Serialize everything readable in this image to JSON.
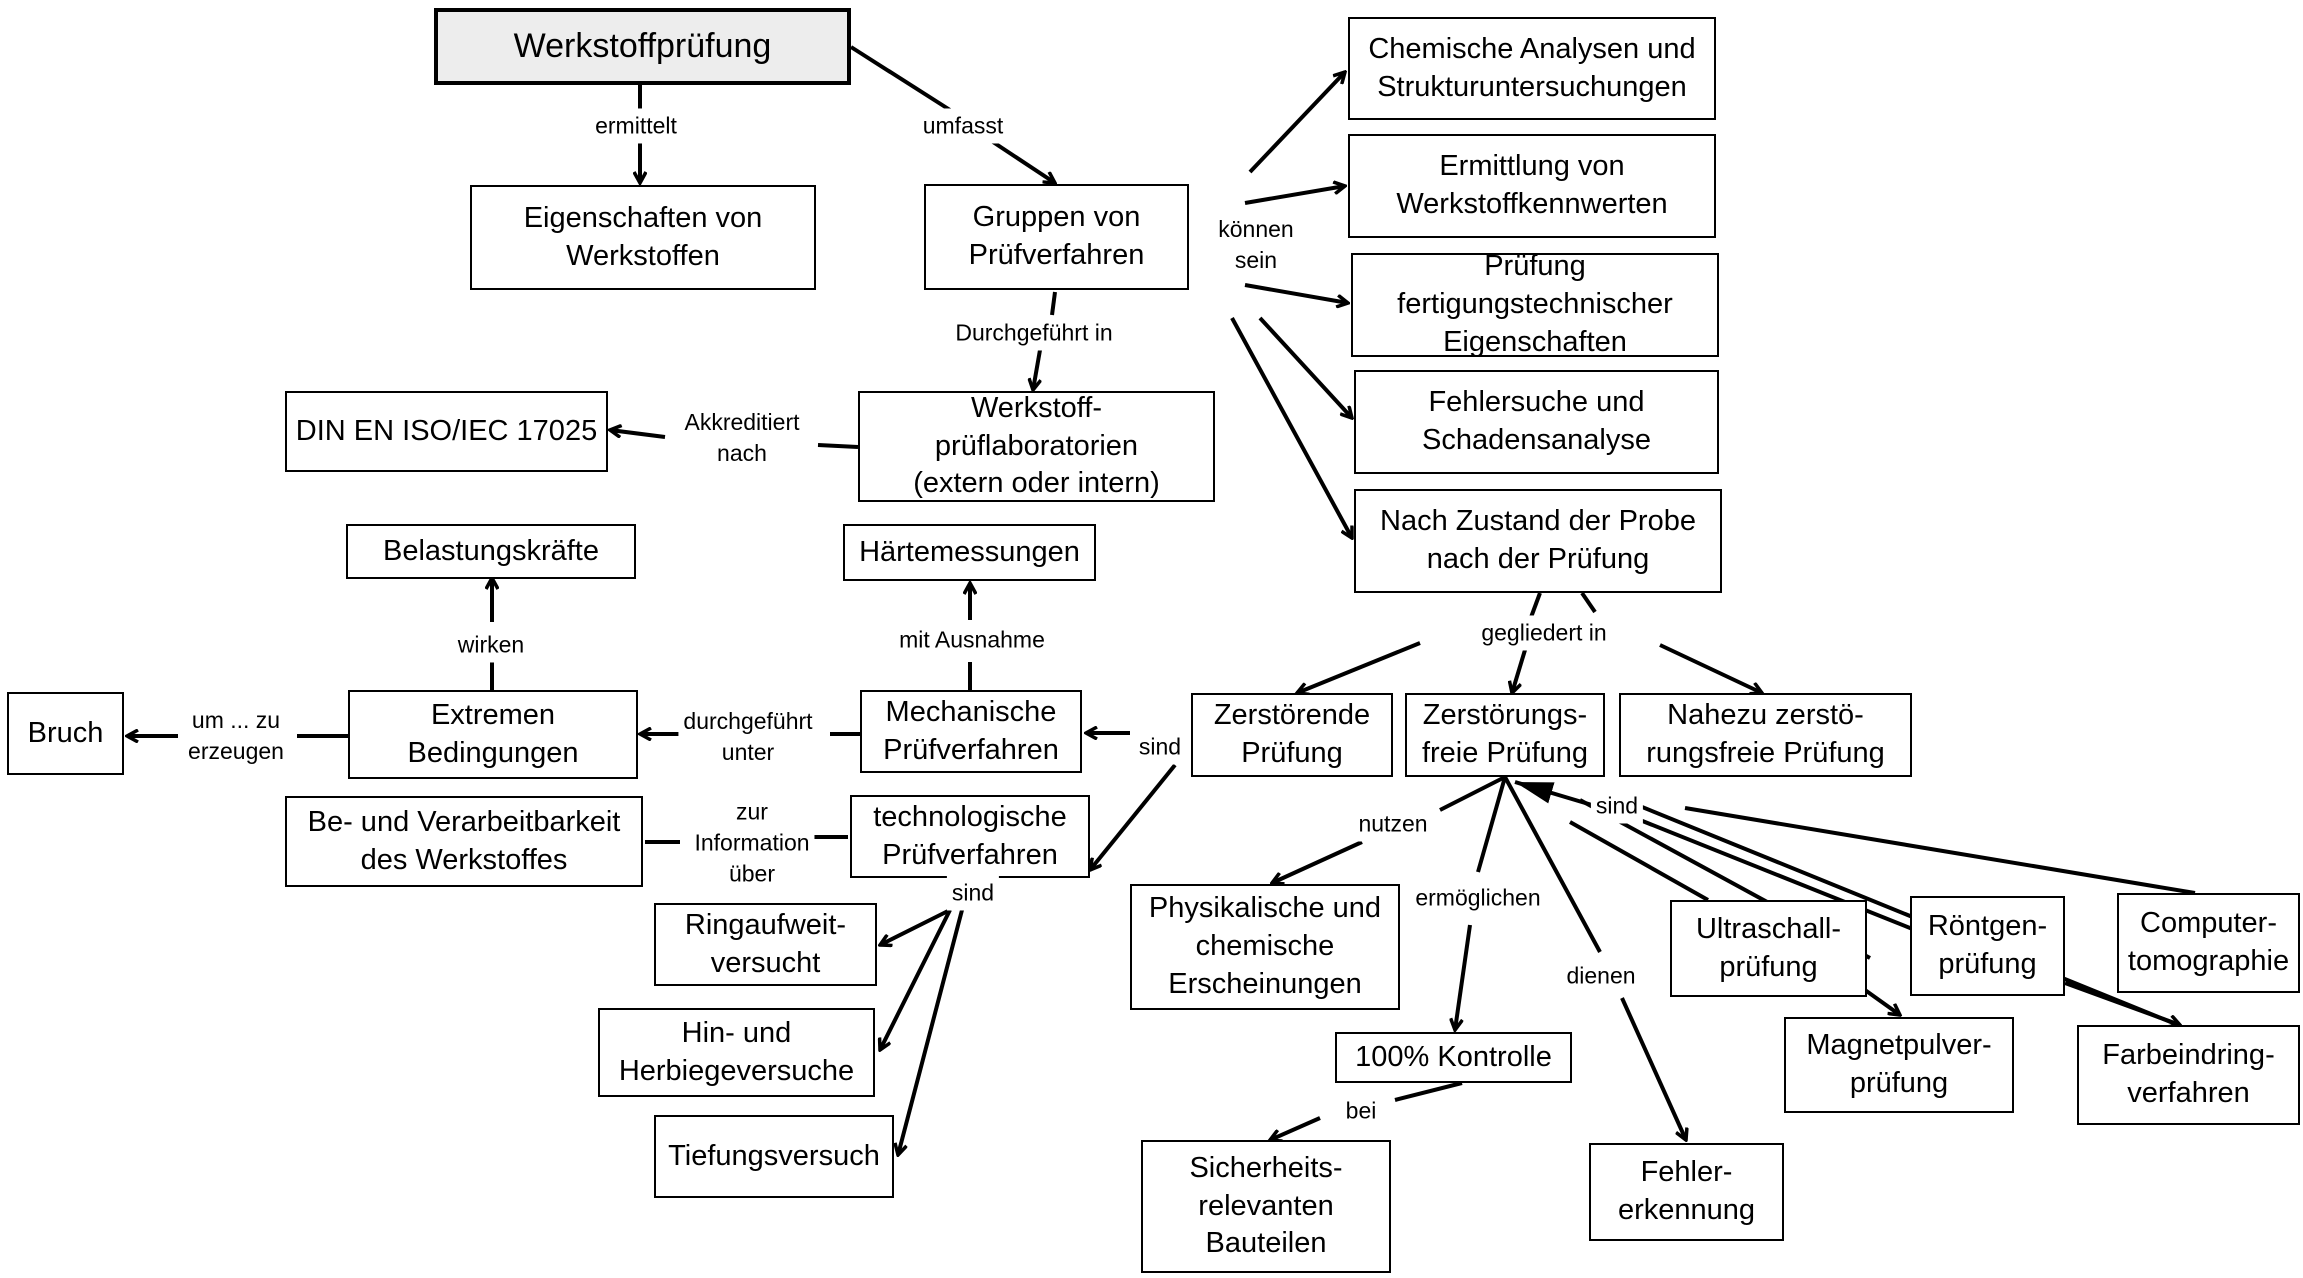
{
  "nodes": {
    "root": "Werkstoffprüfung",
    "eigenschaften": "Eigenschaften von\nWerkstoffen",
    "gruppen": "Gruppen von\nPrüfverfahren",
    "chemische": "Chemische Analysen und\nStrukturuntersuchungen",
    "ermittlung": "Ermittlung von\nWerkstoffkennwerten",
    "pruefung_fertigung": "Prüfung\nfertigungstechnischer\nEigenschaften",
    "fehlersuche": "Fehlersuche und\nSchadensanalyse",
    "nach_zustand": "Nach Zustand der Probe\nnach der Prüfung",
    "din": "DIN EN ISO/IEC 17025",
    "labor": "Werkstoff-\nprüflaboratorien\n(extern oder intern)",
    "belastung": "Belastungskräfte",
    "haerte": "Härtemessungen",
    "bruch": "Bruch",
    "extremen": "Extremen\nBedingungen",
    "mechanische": "Mechanische\nPrüfverfahren",
    "zerstoerende": "Zerstörende\nPrüfung",
    "zerstoerungsfrei": "Zerstörungs-\nfreie Prüfung",
    "nahezu": "Nahezu zerstö-\nrungsfreie Prüfung",
    "beverarbeit": "Be- und Verarbeitbarkeit\ndes Werkstoffes",
    "technologische": "technologische\nPrüfverfahren",
    "ringaufweit": "Ringaufweit-\nversucht",
    "hinher": "Hin- und\nHerbiegeversuche",
    "tiefung": "Tiefungsversuch",
    "physikalische": "Physikalische und\nchemische\nErscheinungen",
    "ultraschall": "Ultraschall-\nprüfung",
    "roentgen": "Röntgen-\nprüfung",
    "computer": "Computer-\ntomographie",
    "magnetpulver": "Magnetpulver-\nprüfung",
    "farbeindring": "Farbeindring-\nverfahren",
    "kontrolle": "100% Kontrolle",
    "sicherheit": "Sicherheits-\nrelevanten\nBauteilen",
    "fehlererkennung": "Fehler-\nerkennung"
  },
  "labels": {
    "ermittelt": "ermittelt",
    "umfasst": "umfasst",
    "koennen_sein": "können\nsein",
    "durchgefuehrt_in": "Durchgeführt in",
    "akkreditiert": "Akkreditiert\nnach",
    "gegliedert": "gegliedert in",
    "mit_ausnahme": "mit Ausnahme",
    "wirken": "wirken",
    "um_zu": "um ... zu\nerzeugen",
    "durchgefuehrt_unter": "durchgeführt\nunter",
    "sind_mech": "sind",
    "zur_info": "zur\nInformation\nüber",
    "sind_tech": "sind",
    "nutzen": "nutzen",
    "sind_zfp": "sind",
    "ermoeglichen": "ermöglichen",
    "dienen": "dienen",
    "bei": "bei"
  }
}
